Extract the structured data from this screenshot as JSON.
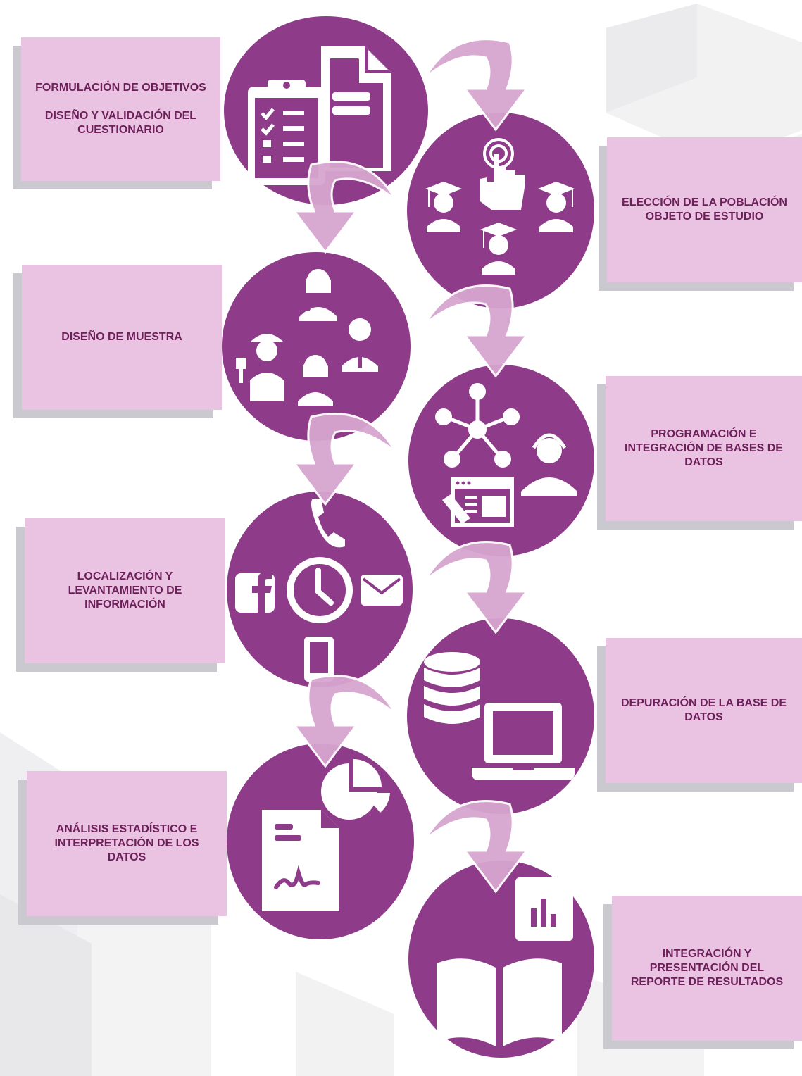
{
  "colors": {
    "circle": "#8e3c8a",
    "card": "#e9c3e1",
    "card_shadow": "#c9c9cf",
    "arrow": "#d7a6cf",
    "text": "#6d1f5a",
    "accent": "#2aa9b8"
  },
  "steps": [
    {
      "label": "FORMULACIÓN DE OBJETIVOS\n\nDISEÑO Y VALIDACIÓN DEL CUESTIONARIO",
      "icon": "clipboard-document-icon"
    },
    {
      "label": "ELECCIÓN DE LA POBLACIÓN OBJETO DE ESTUDIO",
      "icon": "graduates-touch-icon"
    },
    {
      "label": "DISEÑO DE MUESTRA",
      "icon": "people-sample-icon"
    },
    {
      "label": "PROGRAMACIÓN E INTEGRACIÓN DE BASES DE DATOS",
      "icon": "network-programming-icon"
    },
    {
      "label": "LOCALIZACIÓN Y LEVANTAMIENTO DE INFORMACIÓN",
      "icon": "contact-channels-icon"
    },
    {
      "label": "DEPURACIÓN DE LA BASE DE DATOS",
      "icon": "database-laptop-icon"
    },
    {
      "label": "ANÁLISIS ESTADÍSTICO E INTERPRETACIÓN DE LOS DATOS",
      "icon": "report-pie-chart-icon"
    },
    {
      "label": "INTEGRACIÓN Y PRESENTACIÓN DEL REPORTE DE RESULTADOS",
      "icon": "book-bar-chart-icon"
    }
  ]
}
